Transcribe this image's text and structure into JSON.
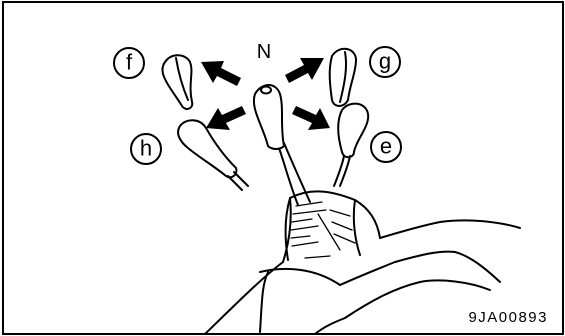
{
  "figure": {
    "neutral_label": "N",
    "positions": {
      "f": "f",
      "g": "g",
      "h": "h",
      "e": "e"
    },
    "code": "9JA00893"
  },
  "colors": {
    "ink": "#000000",
    "paper": "#ffffff"
  }
}
